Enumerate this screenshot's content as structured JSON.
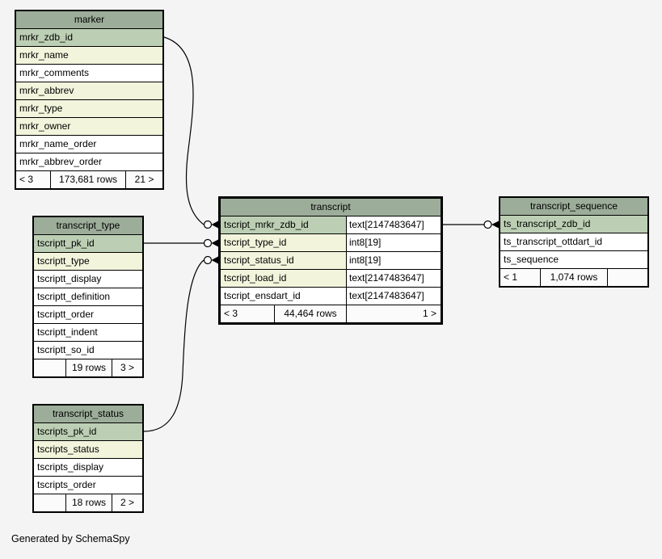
{
  "page": {
    "footer_note": "Generated by SchemaSpy",
    "background": "#f4f4f4"
  },
  "palette": {
    "header_bg": "#9cad99",
    "primary_key_bg": "#bccfb4",
    "indexed_column_bg": "#f2f5dc",
    "plain_column_bg": "#ffffff",
    "border": "#000000"
  },
  "tables": [
    {
      "id": "marker",
      "title": "marker",
      "columns": [
        {
          "name": "mrkr_zdb_id",
          "style": "pk"
        },
        {
          "name": "mrkr_name",
          "style": "indexed"
        },
        {
          "name": "mrkr_comments",
          "style": "plain"
        },
        {
          "name": "mrkr_abbrev",
          "style": "indexed"
        },
        {
          "name": "mrkr_type",
          "style": "indexed"
        },
        {
          "name": "mrkr_owner",
          "style": "indexed"
        },
        {
          "name": "mrkr_name_order",
          "style": "plain"
        },
        {
          "name": "mrkr_abbrev_order",
          "style": "plain"
        }
      ],
      "footer": {
        "left": "< 3",
        "center": "173,681 rows",
        "right": "21 >"
      }
    },
    {
      "id": "transcript_type",
      "title": "transcript_type",
      "columns": [
        {
          "name": "tscriptt_pk_id",
          "style": "pk"
        },
        {
          "name": "tscriptt_type",
          "style": "indexed"
        },
        {
          "name": "tscriptt_display",
          "style": "plain"
        },
        {
          "name": "tscriptt_definition",
          "style": "plain"
        },
        {
          "name": "tscriptt_order",
          "style": "plain"
        },
        {
          "name": "tscriptt_indent",
          "style": "plain"
        },
        {
          "name": "tscriptt_so_id",
          "style": "plain"
        }
      ],
      "footer": {
        "left": "",
        "center": "19 rows",
        "right": "3 >"
      }
    },
    {
      "id": "transcript_status",
      "title": "transcript_status",
      "columns": [
        {
          "name": "tscripts_pk_id",
          "style": "pk"
        },
        {
          "name": "tscripts_status",
          "style": "indexed"
        },
        {
          "name": "tscripts_display",
          "style": "plain"
        },
        {
          "name": "tscripts_order",
          "style": "plain"
        }
      ],
      "footer": {
        "left": "",
        "center": "18 rows",
        "right": "2 >"
      }
    },
    {
      "id": "transcript",
      "title": "transcript",
      "emphasized": true,
      "columns": [
        {
          "name": "tscript_mrkr_zdb_id",
          "type": "text[2147483647]",
          "style": "pk"
        },
        {
          "name": "tscript_type_id",
          "type": "int8[19]",
          "style": "indexed"
        },
        {
          "name": "tscript_status_id",
          "type": "int8[19]",
          "style": "indexed"
        },
        {
          "name": "tscript_load_id",
          "type": "text[2147483647]",
          "style": "indexed"
        },
        {
          "name": "tscript_ensdart_id",
          "type": "text[2147483647]",
          "style": "plain"
        }
      ],
      "footer": {
        "left": "< 3",
        "center": "44,464 rows",
        "right": "1 >"
      }
    },
    {
      "id": "transcript_sequence",
      "title": "transcript_sequence",
      "columns": [
        {
          "name": "ts_transcript_zdb_id",
          "style": "pk"
        },
        {
          "name": "ts_transcript_ottdart_id",
          "style": "plain"
        },
        {
          "name": "ts_sequence",
          "style": "plain"
        }
      ],
      "footer": {
        "left": "< 1",
        "center": "1,074 rows",
        "right": ""
      }
    }
  ],
  "relationships": [
    {
      "from_table": "marker",
      "from_column": "mrkr_zdb_id",
      "to_table": "transcript",
      "to_column": "tscript_mrkr_zdb_id"
    },
    {
      "from_table": "transcript_type",
      "from_column": "tscriptt_pk_id",
      "to_table": "transcript",
      "to_column": "tscript_type_id"
    },
    {
      "from_table": "transcript_status",
      "from_column": "tscripts_pk_id",
      "to_table": "transcript",
      "to_column": "tscript_status_id"
    },
    {
      "from_table": "transcript",
      "from_column": "tscript_mrkr_zdb_id",
      "to_table": "transcript_sequence",
      "to_column": "ts_transcript_zdb_id"
    }
  ]
}
